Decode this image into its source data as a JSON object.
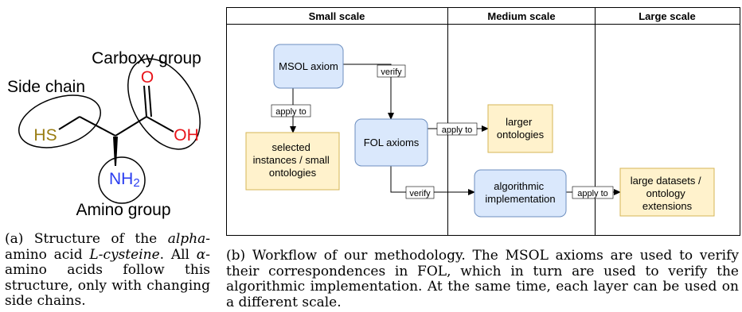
{
  "figure_a": {
    "labels": {
      "carboxy_group": "Carboxy group",
      "side_chain": "Side chain",
      "amino_group": "Amino group",
      "O": "O",
      "OH": "OH",
      "HS": "HS",
      "NH": "NH",
      "sub2": "2"
    },
    "caption": {
      "label": "(a)",
      "text_1": "Structure of the",
      "alpha": "alpha",
      "text_2": "-amino acid",
      "cysteine": "L-cysteine",
      "text_3": ". All",
      "alpha_sym": "α",
      "text_4": "-amino acids follow this structure, only with changing side chains."
    },
    "colors": {
      "oxygen": "#e8141a",
      "sulfur": "#9a7d12",
      "nitrogen": "#2a3df0"
    }
  },
  "figure_b": {
    "columns": [
      "Small scale",
      "Medium scale",
      "Large scale"
    ],
    "nodes": {
      "msol": "MSOL axiom",
      "fol": "FOL axioms",
      "selected": [
        "selected",
        "instances / small",
        "ontologies"
      ],
      "larger": [
        "larger",
        "ontologies"
      ],
      "algo": [
        "algorithmic",
        "implementation"
      ],
      "large": [
        "large datasets /",
        "ontology",
        "extensions"
      ]
    },
    "edges": {
      "verify_1": "verify",
      "apply_1": "apply to",
      "apply_2": "apply to",
      "verify_2": "verify",
      "apply_3": "apply to"
    },
    "caption": {
      "label": "(b)",
      "text": "Workflow of our methodology. The MSOL axioms are used to verify their correspondences in FOL, which in turn are used to verify the algorithmic implementation. At the same time, each layer can be used on a different scale."
    },
    "colors": {
      "blue_fill": "#dae8fc",
      "blue_stroke": "#6c8ebf",
      "yellow_fill": "#fff2cc",
      "yellow_stroke": "#d6b656"
    }
  }
}
